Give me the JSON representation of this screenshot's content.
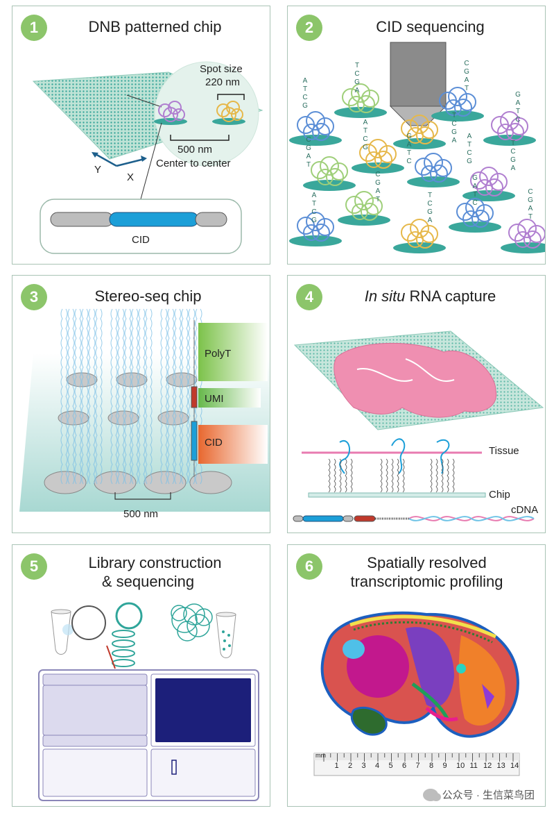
{
  "panels": [
    {
      "number": "1",
      "title": "DNB patterned chip"
    },
    {
      "number": "2",
      "title": "CID sequencing"
    },
    {
      "number": "3",
      "title": "Stereo-seq chip"
    },
    {
      "number": "4",
      "title_italic": "In situ",
      "title_rest": " RNA capture"
    },
    {
      "number": "5",
      "title_line1": "Library construction",
      "title_line2": "& sequencing"
    },
    {
      "number": "6",
      "title_line1": "Spatially resolved",
      "title_line2": "transcriptomic profiling"
    }
  ],
  "panel1": {
    "spot_size_label": "Spot size",
    "spot_size_value": "220 nm",
    "distance_value": "500 nm",
    "distance_caption": "Center to center",
    "axis_y": "Y",
    "axis_x": "X",
    "cid_label": "CID"
  },
  "panel2": {
    "bases": [
      "A",
      "T",
      "C",
      "G"
    ]
  },
  "panel3": {
    "polyt_label": "PolyT",
    "umi_label": "UMI",
    "cid_label": "CID",
    "spacing_label": "500 nm"
  },
  "panel4": {
    "tissue_label": "Tissue",
    "chip_label": "Chip",
    "cdna_label": "cDNA"
  },
  "panel6": {
    "ruler_unit": "mm",
    "ruler_ticks": [
      "1",
      "2",
      "3",
      "4",
      "5",
      "6",
      "7",
      "8",
      "9",
      "10",
      "11",
      "12",
      "13",
      "14"
    ]
  },
  "watermark": "公众号 · 生信菜鸟团",
  "colors": {
    "badge": "#8cc56a",
    "border": "#a9c3b5",
    "dnb_purple": "#b07fd0",
    "dnb_yellow": "#e6b84a",
    "dnb_green": "#9fcf7a",
    "dnb_blue": "#5b8ed6",
    "pad_teal": "#3aa79b",
    "polyt_green": "#7cc24a",
    "umi_green": "#66b84a",
    "cid_orange": "#e8672e",
    "tissue_pink": "#ef8fb1",
    "cid_blue": "#1c9fd8"
  }
}
